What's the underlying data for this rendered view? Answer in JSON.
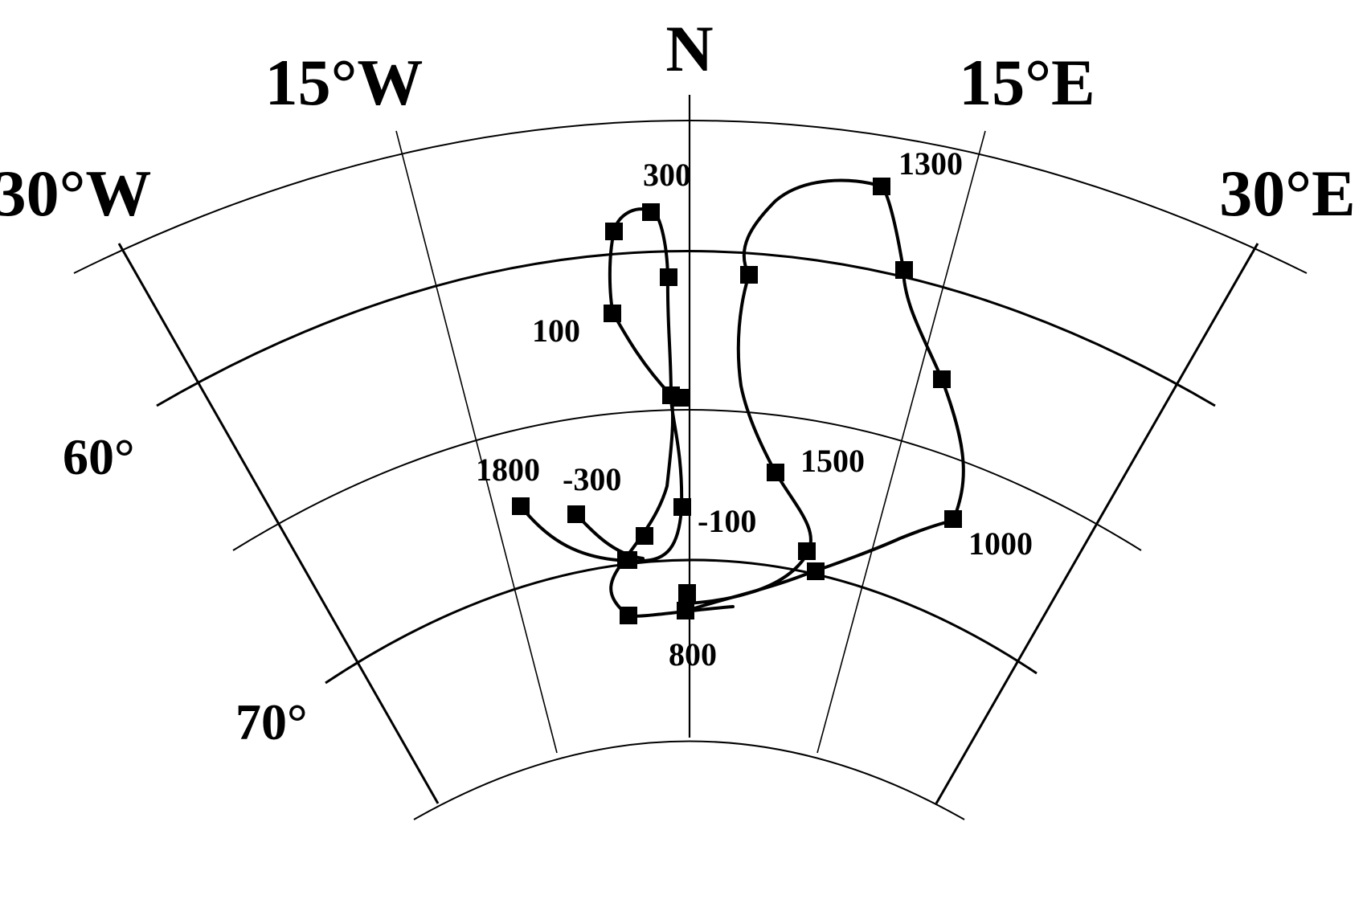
{
  "figure": {
    "north_label": "N",
    "meridian_labels": [
      {
        "id": "30W",
        "text": "30°W"
      },
      {
        "id": "15W",
        "text": "15°W"
      },
      {
        "id": "15E",
        "text": "15°E"
      },
      {
        "id": "30E",
        "text": "30°E"
      }
    ],
    "latitude_labels": [
      {
        "id": "60",
        "text": "60°"
      },
      {
        "id": "70",
        "text": "70°"
      }
    ],
    "age_labels": [
      {
        "id": "a300",
        "text": "300"
      },
      {
        "id": "a100",
        "text": "100"
      },
      {
        "id": "a1800",
        "text": "1800"
      },
      {
        "id": "am300",
        "text": "-300"
      },
      {
        "id": "am100",
        "text": "-100"
      },
      {
        "id": "a800",
        "text": "800"
      },
      {
        "id": "a1300",
        "text": "1300"
      },
      {
        "id": "a1500",
        "text": "1500"
      },
      {
        "id": "a1000",
        "text": "1000"
      }
    ]
  }
}
